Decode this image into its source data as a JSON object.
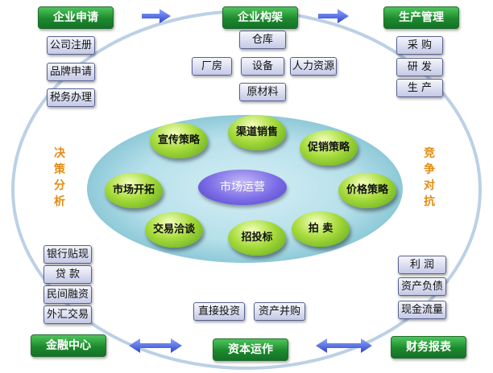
{
  "top": {
    "enterprise_application": {
      "label": "企业申请",
      "items": [
        "公司注册",
        "品牌申请",
        "税务办理"
      ]
    },
    "enterprise_structure": {
      "label": "企业构架",
      "items": [
        "仓库",
        "厂房",
        "设备",
        "人力资源",
        "原材料"
      ]
    },
    "production_management": {
      "label": "生产管理",
      "items": [
        "采  购",
        "研  发",
        "生  产"
      ]
    }
  },
  "left_label": [
    "决",
    "策",
    "分",
    "析"
  ],
  "right_label": [
    "竞",
    "争",
    "对",
    "抗"
  ],
  "marketing": {
    "center": "市场运营",
    "nodes": [
      "宣传策略",
      "渠道销售",
      "促销策略",
      "价格策略",
      "拍  卖",
      "招投标",
      "交易洽谈",
      "市场开拓"
    ]
  },
  "bottom": {
    "finance_center": {
      "label": "金融中心",
      "items": [
        "银行贴现",
        "贷  款",
        "民间融资",
        "外汇交易"
      ]
    },
    "capital_operation": {
      "label": "资本运作",
      "items": [
        "直接投资",
        "资产并购"
      ]
    },
    "financial_statements": {
      "label": "财务报表",
      "items": [
        "利  润",
        "资产负债",
        "现金流量"
      ]
    }
  },
  "colors": {
    "green_button": "#1c8a2c",
    "purple_box": "#c4c9e6",
    "node_green": "#a8dc3c",
    "center_purple": "#7b6ce6",
    "ring_blue": "#bcd0e6",
    "orange_label": "#e58a10",
    "arrow_blue": "#4a64d8"
  }
}
